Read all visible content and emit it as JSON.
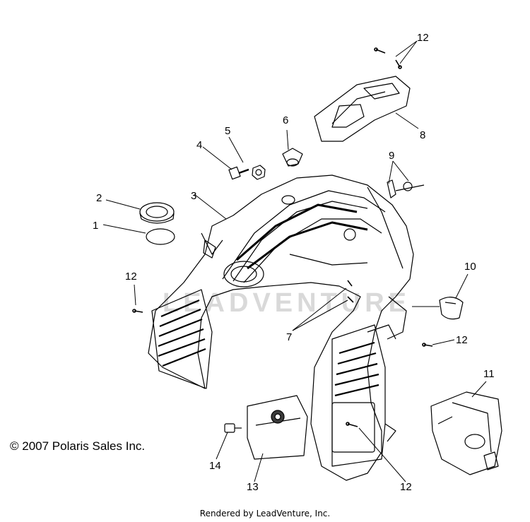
{
  "copyright": "© 2007 Polaris Sales Inc.",
  "footer": "Rendered by LeadVenture, Inc.",
  "watermark": "LEADVENTURE",
  "callouts": [
    "1",
    "2",
    "3",
    "4",
    "5",
    "6",
    "7",
    "8",
    "9",
    "10",
    "11",
    "12",
    "12",
    "12",
    "12",
    "12",
    "13",
    "14"
  ],
  "colors": {
    "line": "#000000",
    "fill": "#ffffff",
    "shade": "#3a3a3a"
  }
}
